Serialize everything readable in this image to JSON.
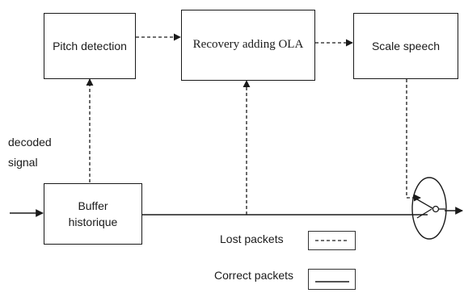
{
  "blocks": {
    "pitch": "Pitch detection",
    "recovery": "Recovery adding OLA",
    "scale": "Scale speech",
    "buffer": "Buffer\nhistorique"
  },
  "input_label": "decoded\nsignal",
  "legend": {
    "lost": "Lost packets",
    "correct": "Correct packets"
  }
}
